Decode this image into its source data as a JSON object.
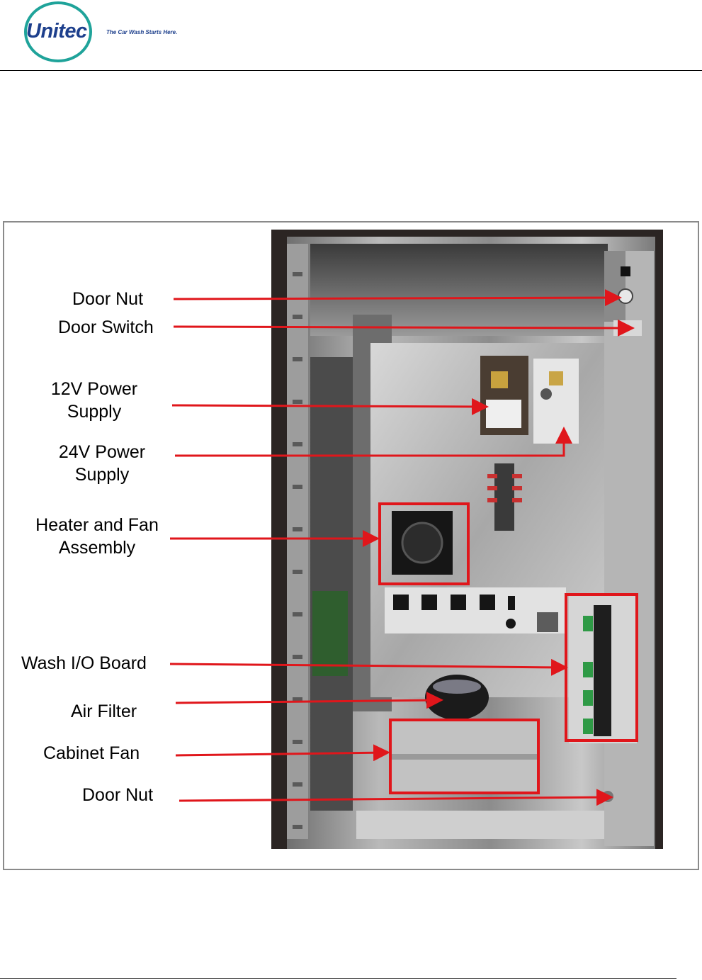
{
  "header": {
    "logo_text": "Unitec",
    "tagline": "The Car Wash Starts Here."
  },
  "labels": {
    "door_nut_top": "Door Nut",
    "door_switch": "Door Switch",
    "power_12v_line1": "12V Power",
    "power_12v_line2": "Supply",
    "power_24v_line1": "24V Power",
    "power_24v_line2": "Supply",
    "heater_line1": "Heater and Fan",
    "heater_line2": "Assembly",
    "wash_io": "Wash I/O Board",
    "air_filter": "Air Filter",
    "cabinet_fan": "Cabinet Fan",
    "door_nut_bottom": "Door Nut"
  },
  "colors": {
    "arrow": "#e0161b",
    "logo_ring": "#1fa39a",
    "logo_text": "#1d3f8c"
  }
}
